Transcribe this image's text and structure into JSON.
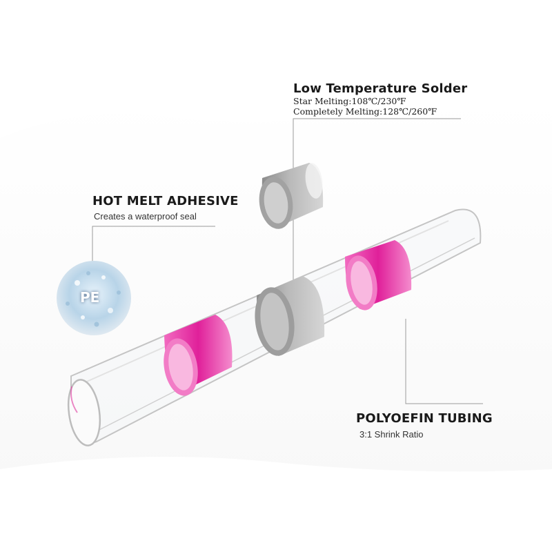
{
  "solder": {
    "title": "Low Temperature Solder",
    "line1": "Star Melting:108℃/230℉",
    "line2": "Completely Melting:128℃/260℉"
  },
  "adhesive": {
    "title": "HOT MELT ADHESIVE",
    "subtitle": "Creates a waterproof seal",
    "material": "PE"
  },
  "tubing": {
    "title": "POLYOEFIN TUBING",
    "subtitle": "3:1 Shrink Ratio"
  },
  "colors": {
    "pink": "#e0209a",
    "solder": "#a8a8a8",
    "tube": "#c9c9c9",
    "text": "#1a1a1a"
  }
}
